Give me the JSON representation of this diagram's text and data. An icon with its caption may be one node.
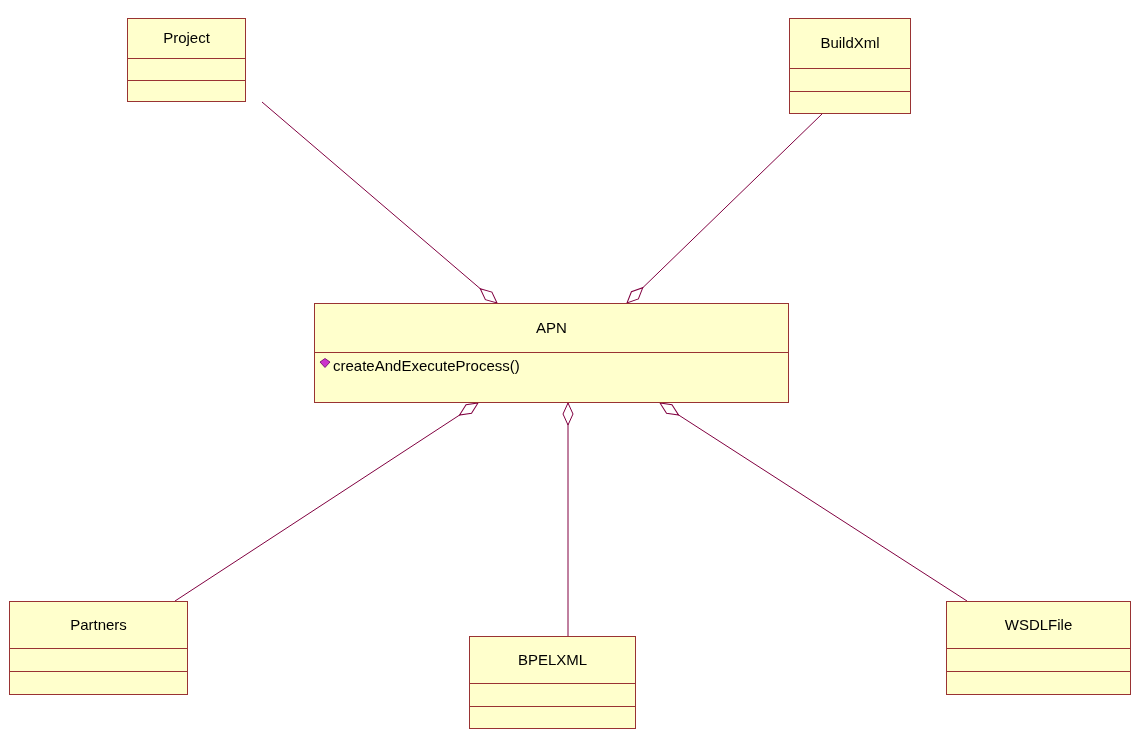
{
  "diagram": {
    "nodes": [
      {
        "text": [
          "Project"
        ]
      },
      {
        "text": [
          "BuildXml"
        ]
      },
      {
        "text": [
          "APN",
          "createAndExecuteProcess()"
        ]
      },
      {
        "text": [
          "Partners"
        ]
      },
      {
        "text": [
          "BPELXML"
        ]
      },
      {
        "text": [
          "WSDLFile"
        ]
      }
    ],
    "edges": [
      {
        "from": 0,
        "to": 2,
        "arrow": "other"
      },
      {
        "from": 1,
        "to": 2,
        "arrow": "other"
      },
      {
        "from": 3,
        "to": 2,
        "arrow": "other"
      },
      {
        "from": 4,
        "to": 2,
        "arrow": "other"
      },
      {
        "from": 5,
        "to": 2,
        "arrow": "other"
      }
    ]
  }
}
